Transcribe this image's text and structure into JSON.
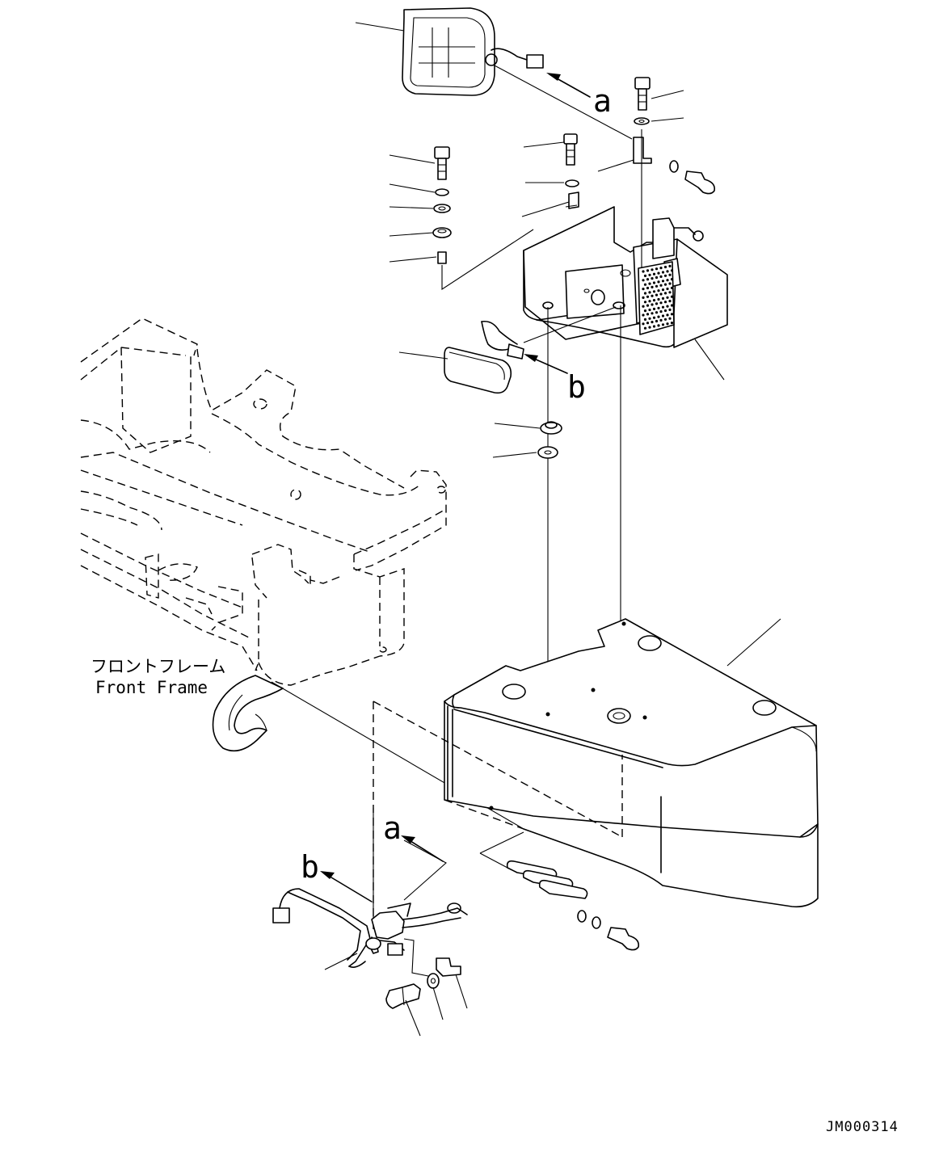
{
  "callouts": {
    "a_top": "a",
    "b_top": "b",
    "a_bottom": "a",
    "b_bottom": "b"
  },
  "frame_label": {
    "japanese": "フロントフレーム",
    "english": "Front Frame"
  },
  "drawing_code": "JM000314"
}
